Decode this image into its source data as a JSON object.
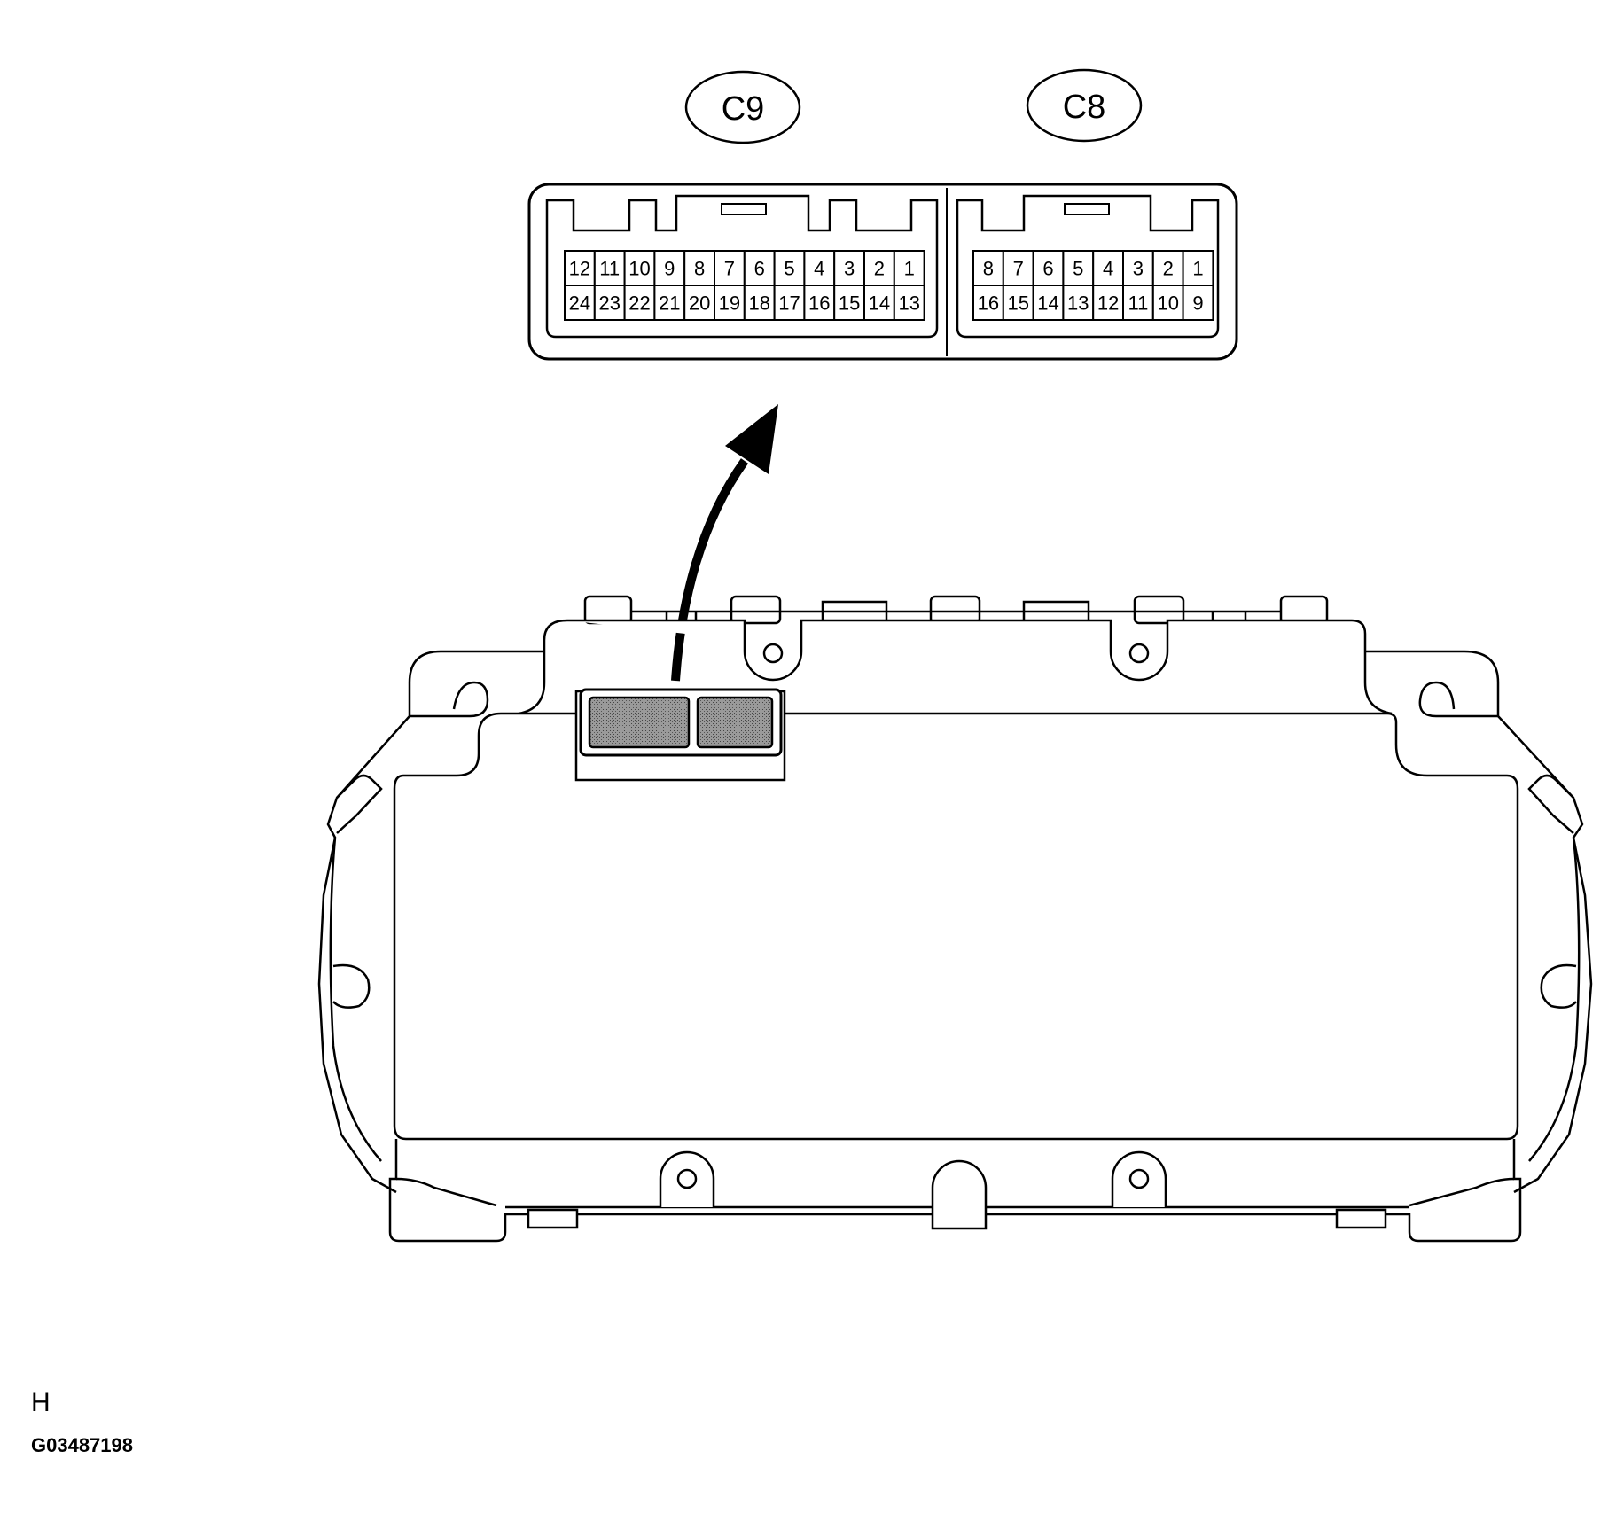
{
  "connectors": [
    {
      "label": "C9",
      "pins_top": [
        "12",
        "11",
        "10",
        "9",
        "8",
        "7",
        "6",
        "5",
        "4",
        "3",
        "2",
        "1"
      ],
      "pins_bottom": [
        "24",
        "23",
        "22",
        "21",
        "20",
        "19",
        "18",
        "17",
        "16",
        "15",
        "14",
        "13"
      ]
    },
    {
      "label": "C8",
      "pins_top": [
        "8",
        "7",
        "6",
        "5",
        "4",
        "3",
        "2",
        "1"
      ],
      "pins_bottom": [
        "16",
        "15",
        "14",
        "13",
        "12",
        "11",
        "10",
        "9"
      ]
    }
  ],
  "view_letter": "H",
  "figure_code": "G03487198",
  "colors": {
    "line": "#000000",
    "connector_fill": "#8a8a8a",
    "background": "#ffffff"
  }
}
